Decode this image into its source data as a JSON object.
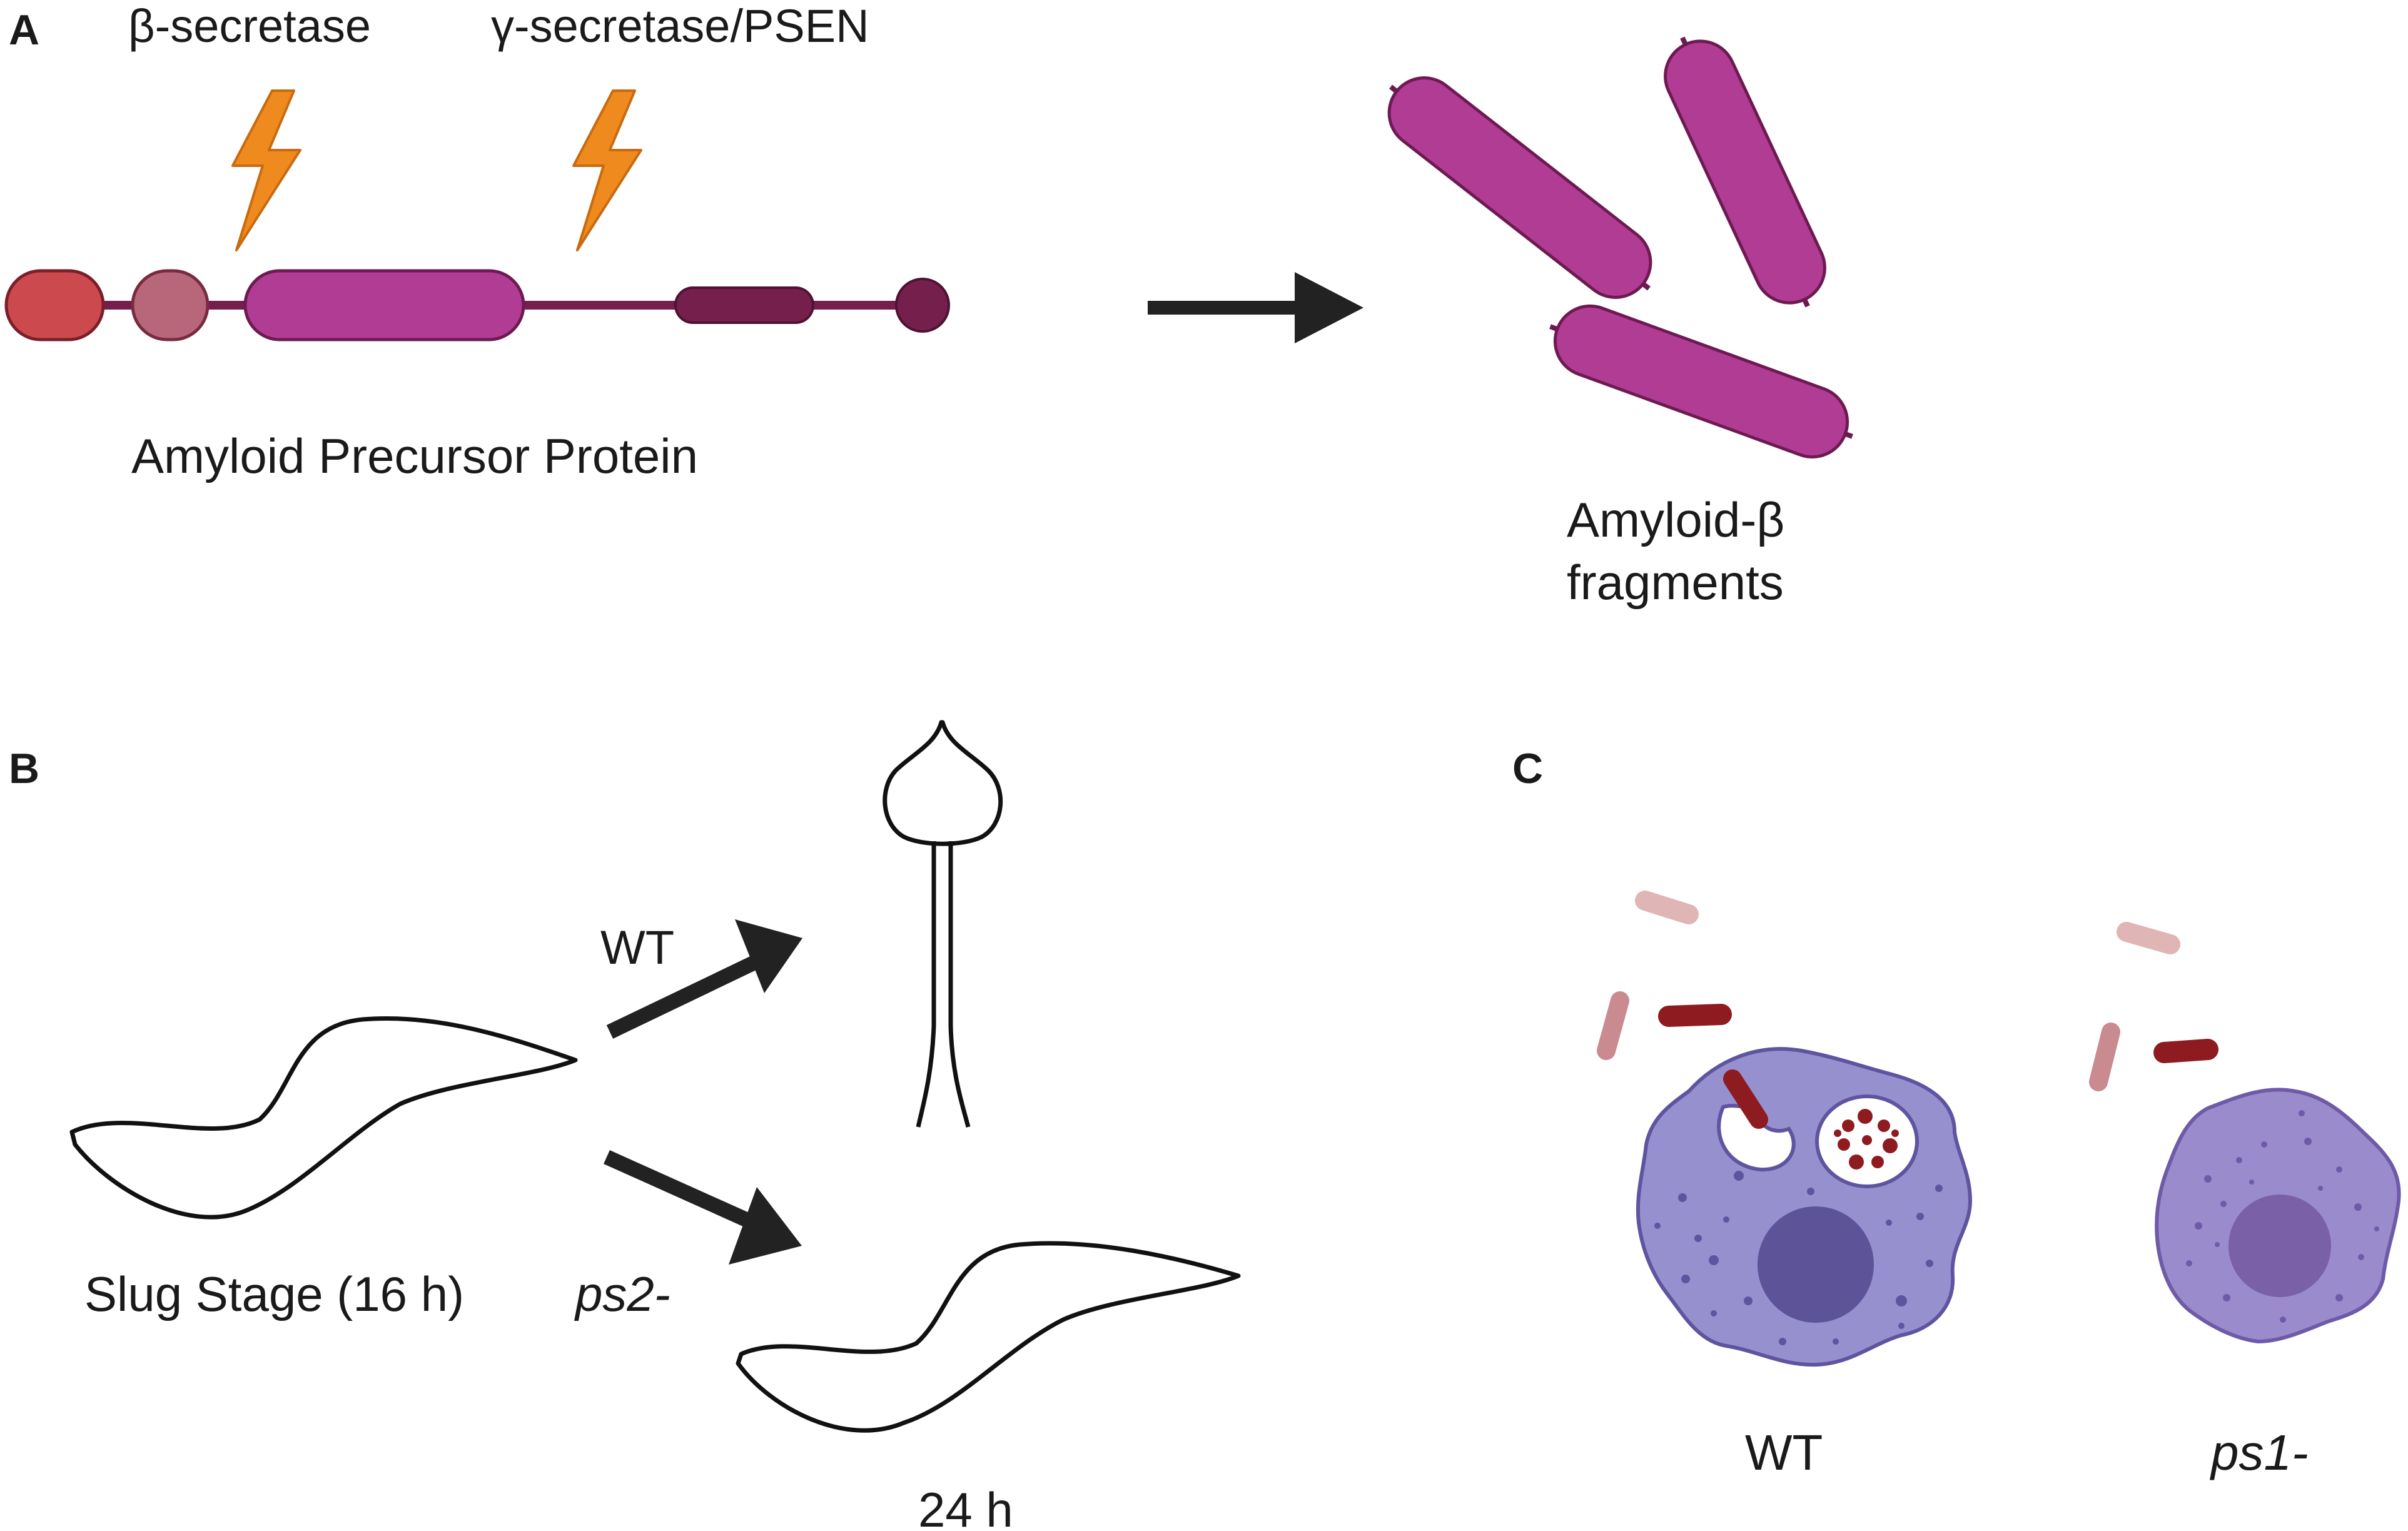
{
  "panels": {
    "a": "A",
    "b": "B",
    "c": "C"
  },
  "panel_a": {
    "beta_secretase": "β-secretase",
    "gamma_secretase": "γ-secretase/PSEN",
    "app_label": "Amyloid Precursor Protein",
    "fragments_label_line1": "Amyloid-β",
    "fragments_label_line2": "fragments"
  },
  "panel_b": {
    "wt_label": "WT",
    "ps2_label": "ps2-",
    "slug_label": "Slug Stage (16 h)",
    "time_label": "24 h"
  },
  "panel_c": {
    "wt_label": "WT",
    "ps1_label": "ps1-"
  },
  "colors": {
    "domain_red": "#cc4a4e",
    "domain_mauve": "#b8667a",
    "domain_magenta": "#b13c93",
    "domain_dark": "#751f4d",
    "lightning": "#ee8a1e",
    "cell_wt": "#9690cf",
    "nucleus_wt": "#5d5398",
    "cell_ps1": "#9a8bcc",
    "nucleus_ps1": "#7a60a6",
    "fragment_dark": "#8e1b1f",
    "fragment_light": "#d9a2a2"
  }
}
